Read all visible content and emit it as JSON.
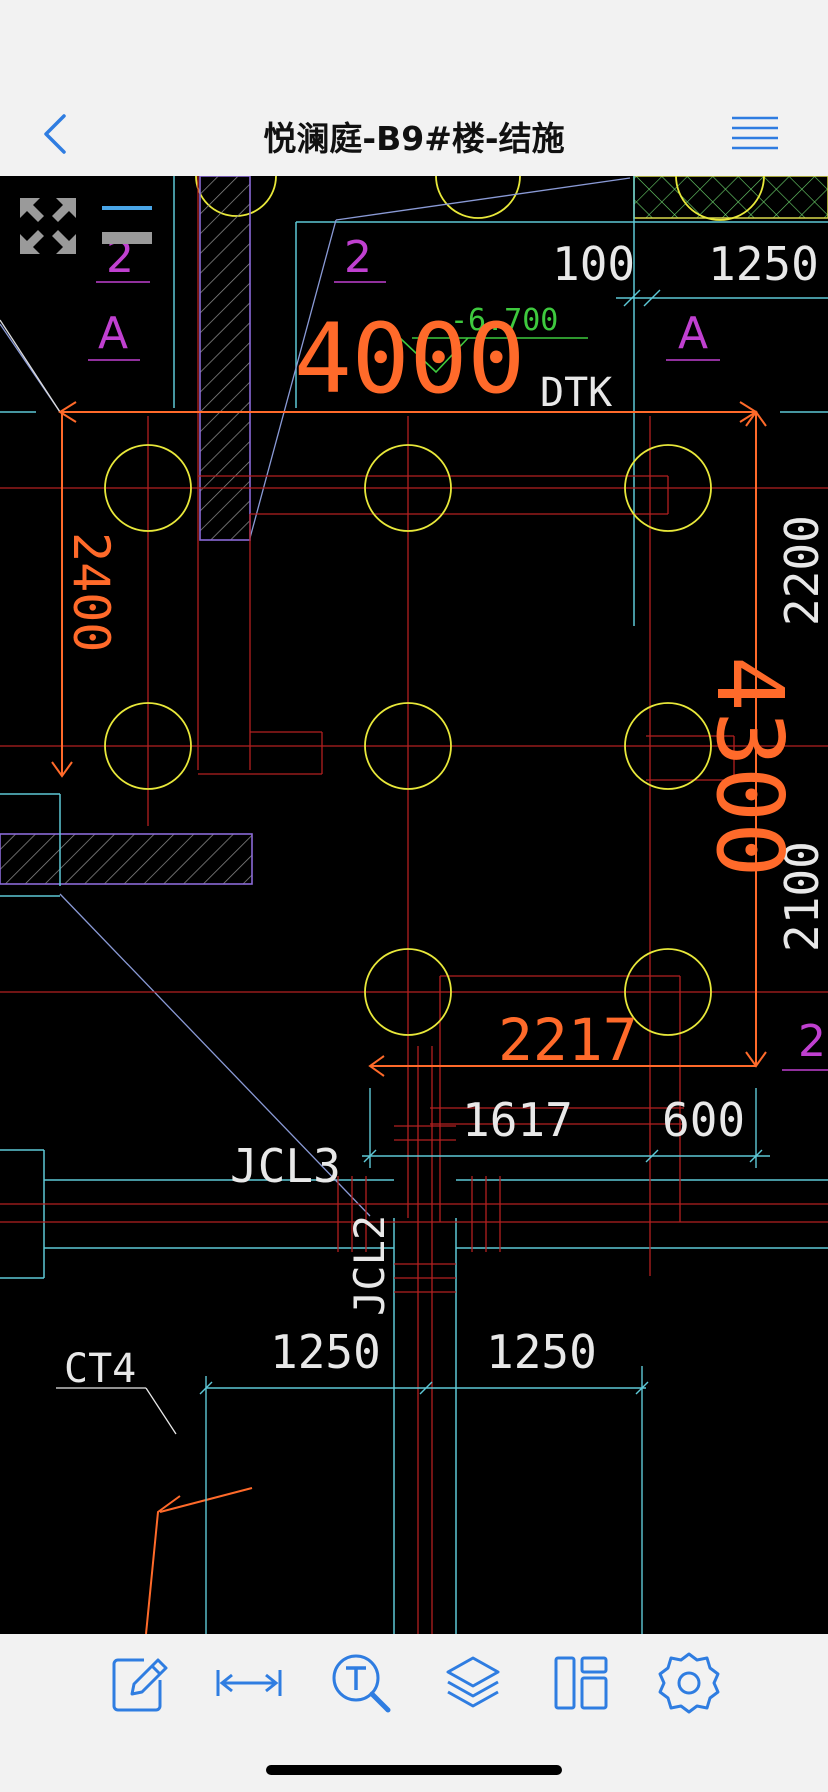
{
  "nav": {
    "title": "悦澜庭-B9#楼-结施"
  },
  "drawing": {
    "dims": {
      "d100": "100",
      "d1250_top": "1250",
      "d4000": "4000",
      "d2400": "2400",
      "d4300": "4300",
      "d2200": "2200",
      "d2100": "2100",
      "d2217": "2217",
      "d1617": "1617",
      "d600": "600",
      "d1250_bl": "1250",
      "d1250_br": "1250"
    },
    "labels": {
      "grid_2_a": "2",
      "grid_a_a": "A",
      "grid_2_b": "2",
      "grid_a_b": "A",
      "grid_2_c": "2",
      "elevation": "-6.700",
      "dtk": "DTK",
      "jcl3": "JCL3",
      "jcl2": "JCL2",
      "ct4": "CT4"
    }
  },
  "colors": {
    "accent": "#2f7de1",
    "dim_orange": "#ff6a2a",
    "pile_yellow": "#e8e83a",
    "grid_magenta": "#c040d0",
    "cyan": "#5ec8d6",
    "green": "#3ec93e",
    "red_line": "#b32020",
    "white_text": "#e8e8e8"
  },
  "toolbar": {
    "icons": [
      "pencil-icon",
      "measure-icon",
      "text-search-icon",
      "layers-icon",
      "layout-icon",
      "settings-icon"
    ]
  }
}
